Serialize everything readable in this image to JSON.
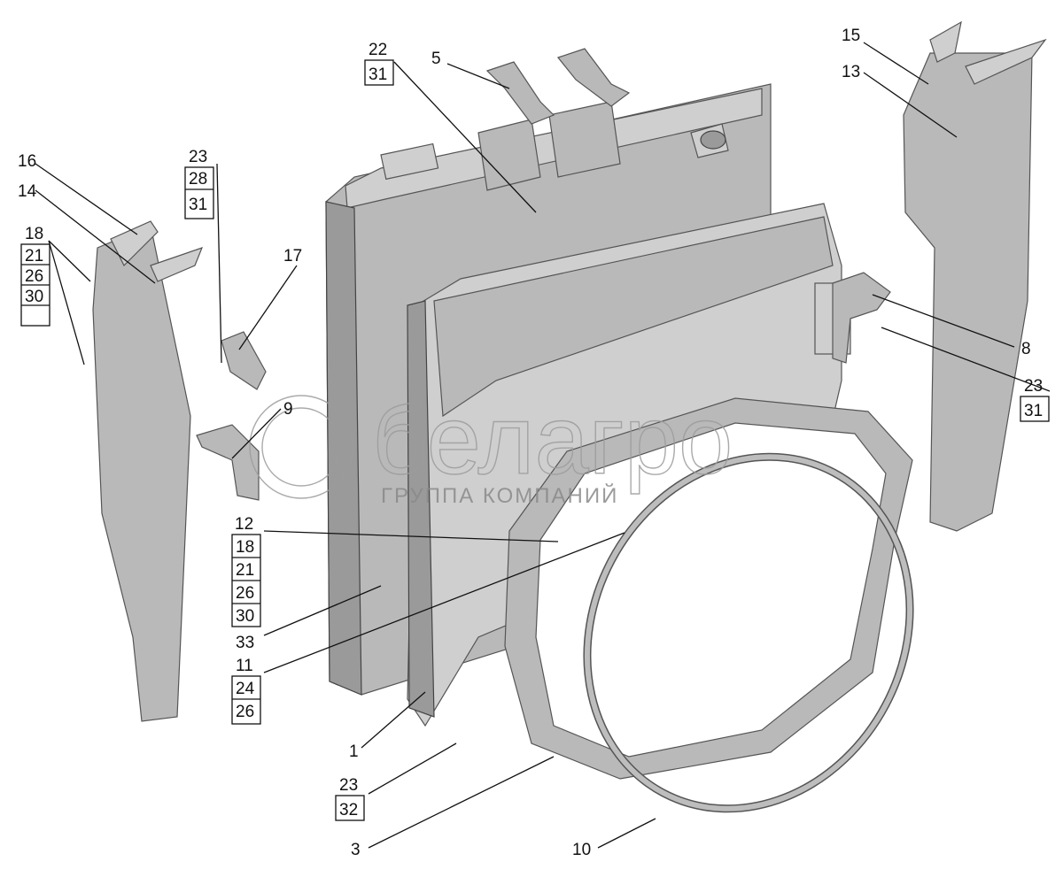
{
  "watermark": {
    "brand": "белагро",
    "subtitle": "ГРУППА КОМПАНИЙ"
  },
  "callouts": {
    "c1": "1",
    "c3": "3",
    "c5": "5",
    "c8": "8",
    "c9": "9",
    "c10": "10",
    "c11": "11",
    "c12": "12",
    "c13": "13",
    "c14": "14",
    "c15": "15",
    "c16": "16",
    "c17": "17",
    "g18": [
      "18",
      "21",
      "26",
      "30"
    ],
    "g23a": [
      "23",
      "28",
      "31"
    ],
    "g22": [
      "22",
      "31"
    ],
    "g23b": [
      "23",
      "31"
    ],
    "g12": [
      "18",
      "21",
      "26",
      "30"
    ],
    "g33": "33",
    "g24": [
      "24",
      "26"
    ],
    "g23c": [
      "23",
      "32"
    ]
  }
}
